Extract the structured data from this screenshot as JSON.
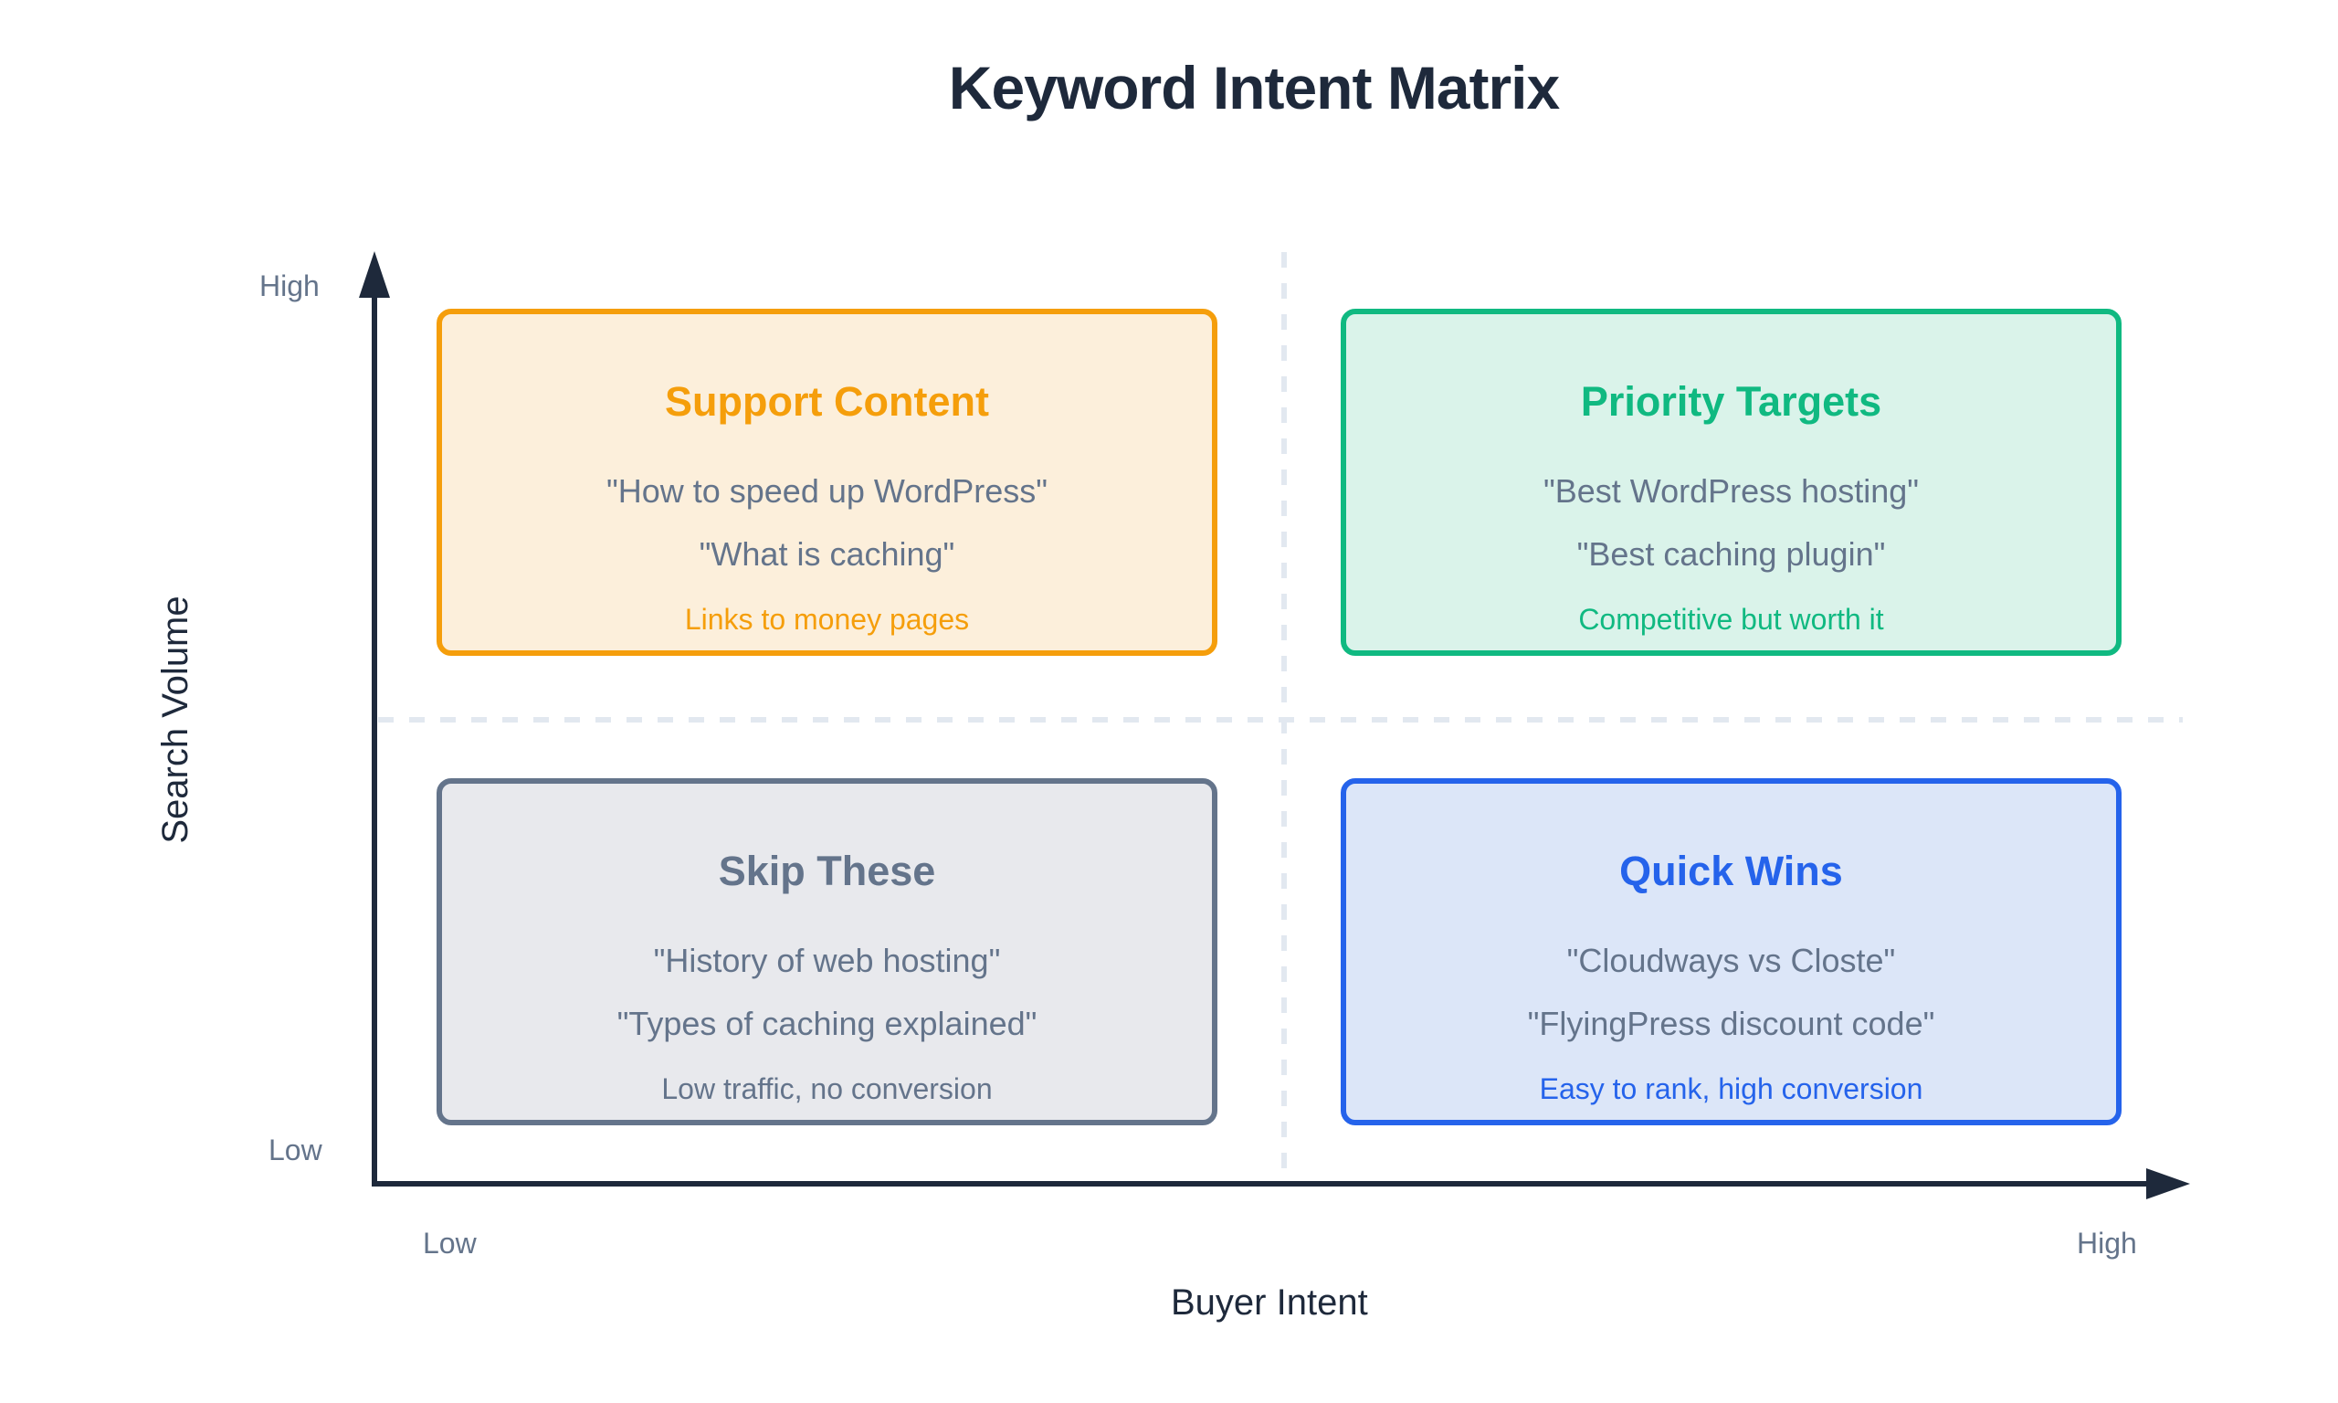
{
  "title": "Keyword Intent Matrix",
  "axes": {
    "x": {
      "title": "Buyer Intent",
      "low_label": "Low",
      "high_label": "High"
    },
    "y": {
      "title": "Search Volume",
      "low_label": "Low",
      "high_label": "High"
    },
    "axis_color": "#1e293b",
    "divider_color": "#e2e8f0"
  },
  "quadrants": {
    "top_left": {
      "heading": "Support Content",
      "keywords": [
        "\"How to speed up WordPress\"",
        "\"What is caching\""
      ],
      "note": "Links to money pages",
      "position": "high volume, low intent",
      "border_color": "#f59e0b",
      "fill_color": "#fcefdb",
      "accent_color": "#f59e0b"
    },
    "top_right": {
      "heading": "Priority Targets",
      "keywords": [
        "\"Best WordPress hosting\"",
        "\"Best caching plugin\""
      ],
      "note": "Competitive but worth it",
      "position": "high volume, high intent",
      "border_color": "#10b981",
      "fill_color": "#daf3ea",
      "accent_color": "#10b981"
    },
    "bottom_left": {
      "heading": "Skip These",
      "keywords": [
        "\"History of web hosting\"",
        "\"Types of caching explained\""
      ],
      "note": "Low traffic, no conversion",
      "position": "low volume, low intent",
      "border_color": "#64748b",
      "fill_color": "#e8e9ed",
      "accent_color": "#64748b"
    },
    "bottom_right": {
      "heading": "Quick Wins",
      "keywords": [
        "\"Cloudways vs Closte\"",
        "\"FlyingPress discount code\""
      ],
      "note": "Easy to rank, high conversion",
      "position": "low volume, high intent",
      "border_color": "#2563eb",
      "fill_color": "#dce6f8",
      "accent_color": "#2563eb"
    }
  }
}
